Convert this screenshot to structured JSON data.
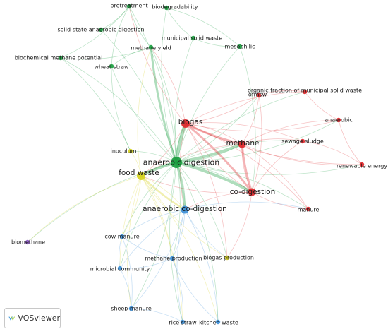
{
  "app": {
    "brand_name": "VOSviewer"
  },
  "colors": {
    "green": "#1a9e3f",
    "red": "#e0262a",
    "yellow": "#d6d21c",
    "blue": "#3c8fd8",
    "purple": "#8a56c2"
  },
  "keywords": [
    {
      "id": "anaerobic-digestion",
      "label": "anaerobic digestion",
      "cluster": "green",
      "size": "huge"
    },
    {
      "id": "biogas",
      "label": "biogas",
      "cluster": "red",
      "size": "big"
    },
    {
      "id": "methane",
      "label": "methane",
      "cluster": "red",
      "size": "mid"
    },
    {
      "id": "co-digestion",
      "label": "co-digestion",
      "cluster": "red",
      "size": "mid"
    },
    {
      "id": "food-waste",
      "label": "food waste",
      "cluster": "yellow",
      "size": "big"
    },
    {
      "id": "anaerobic-co-digestion",
      "label": "anaerobic co-digestion",
      "cluster": "blue",
      "size": "mid"
    },
    {
      "id": "pretreatment",
      "label": "pretreatment",
      "cluster": "green",
      "size": "small"
    },
    {
      "id": "biodegradability",
      "label": "biodegradability",
      "cluster": "green",
      "size": "small"
    },
    {
      "id": "solid-state-anaerobic-digestion",
      "label": "solid-state anaerobic digestion",
      "cluster": "green",
      "size": "small"
    },
    {
      "id": "municipal-solid-waste",
      "label": "municipal solid waste",
      "cluster": "green",
      "size": "small"
    },
    {
      "id": "methane-yield",
      "label": "methane yield",
      "cluster": "green",
      "size": "small"
    },
    {
      "id": "mesophilic",
      "label": "mesophilic",
      "cluster": "green",
      "size": "small"
    },
    {
      "id": "biochemical-methane-potential",
      "label": "biochemical methane potential",
      "cluster": "green",
      "size": "small"
    },
    {
      "id": "wheat-straw",
      "label": "wheat straw",
      "cluster": "green",
      "size": "small"
    },
    {
      "id": "ofmsw",
      "label": "ofmsw",
      "cluster": "red",
      "size": "small"
    },
    {
      "id": "organic-fraction",
      "label": "organic fraction of municipal solid waste",
      "cluster": "red",
      "size": "small"
    },
    {
      "id": "anaerobic",
      "label": "anaerobic",
      "cluster": "red",
      "size": "small"
    },
    {
      "id": "sewage-sludge",
      "label": "sewage sludge",
      "cluster": "red",
      "size": "small"
    },
    {
      "id": "renewable-energy",
      "label": "renewable energy",
      "cluster": "red",
      "size": "small"
    },
    {
      "id": "manure",
      "label": "manure",
      "cluster": "red",
      "size": "small"
    },
    {
      "id": "inoculum",
      "label": "inoculum",
      "cluster": "yellow",
      "size": "small"
    },
    {
      "id": "biogas-production",
      "label": "biogas production",
      "cluster": "yellow",
      "size": "small"
    },
    {
      "id": "cow-manure",
      "label": "cow manure",
      "cluster": "blue",
      "size": "small"
    },
    {
      "id": "methane-production",
      "label": "methane production",
      "cluster": "blue",
      "size": "small"
    },
    {
      "id": "microbial-community",
      "label": "microbial community",
      "cluster": "blue",
      "size": "small"
    },
    {
      "id": "sheep-manure",
      "label": "sheep manure",
      "cluster": "blue",
      "size": "small"
    },
    {
      "id": "rice-straw",
      "label": "rice straw",
      "cluster": "blue",
      "size": "small"
    },
    {
      "id": "kitchen-waste",
      "label": "kitchen waste",
      "cluster": "blue",
      "size": "small"
    },
    {
      "id": "biomethane",
      "label": "biomethane",
      "cluster": "purple",
      "size": "small"
    }
  ],
  "links": [
    [
      "anaerobic-digestion",
      "biogas"
    ],
    [
      "anaerobic-digestion",
      "methane"
    ],
    [
      "anaerobic-digestion",
      "co-digestion"
    ],
    [
      "anaerobic-digestion",
      "food-waste"
    ],
    [
      "anaerobic-digestion",
      "anaerobic-co-digestion"
    ],
    [
      "anaerobic-digestion",
      "pretreatment"
    ],
    [
      "anaerobic-digestion",
      "biodegradability"
    ],
    [
      "anaerobic-digestion",
      "solid-state-anaerobic-digestion"
    ],
    [
      "anaerobic-digestion",
      "municipal-solid-waste"
    ],
    [
      "anaerobic-digestion",
      "methane-yield"
    ],
    [
      "anaerobic-digestion",
      "mesophilic"
    ],
    [
      "anaerobic-digestion",
      "biochemical-methane-potential"
    ],
    [
      "anaerobic-digestion",
      "wheat-straw"
    ],
    [
      "anaerobic-digestion",
      "ofmsw"
    ],
    [
      "anaerobic-digestion",
      "organic-fraction"
    ],
    [
      "anaerobic-digestion",
      "anaerobic"
    ],
    [
      "anaerobic-digestion",
      "sewage-sludge"
    ],
    [
      "anaerobic-digestion",
      "renewable-energy"
    ],
    [
      "anaerobic-digestion",
      "manure"
    ],
    [
      "anaerobic-digestion",
      "inoculum"
    ],
    [
      "anaerobic-digestion",
      "biogas-production"
    ],
    [
      "anaerobic-digestion",
      "cow-manure"
    ],
    [
      "anaerobic-digestion",
      "methane-production"
    ],
    [
      "anaerobic-digestion",
      "microbial-community"
    ],
    [
      "anaerobic-digestion",
      "sheep-manure"
    ],
    [
      "anaerobic-digestion",
      "rice-straw"
    ],
    [
      "anaerobic-digestion",
      "kitchen-waste"
    ],
    [
      "anaerobic-digestion",
      "biomethane"
    ],
    [
      "biogas",
      "methane"
    ],
    [
      "biogas",
      "co-digestion"
    ],
    [
      "biogas",
      "food-waste"
    ],
    [
      "biogas",
      "ofmsw"
    ],
    [
      "biogas",
      "organic-fraction"
    ],
    [
      "biogas",
      "anaerobic"
    ],
    [
      "biogas",
      "sewage-sludge"
    ],
    [
      "biogas",
      "renewable-energy"
    ],
    [
      "biogas",
      "manure"
    ],
    [
      "biogas",
      "methane-yield"
    ],
    [
      "biogas",
      "pretreatment"
    ],
    [
      "biogas",
      "anaerobic-co-digestion"
    ],
    [
      "biogas",
      "biogas-production"
    ],
    [
      "methane",
      "co-digestion"
    ],
    [
      "methane",
      "sewage-sludge"
    ],
    [
      "methane",
      "food-waste"
    ],
    [
      "methane",
      "anaerobic"
    ],
    [
      "methane",
      "renewable-energy"
    ],
    [
      "methane",
      "manure"
    ],
    [
      "methane",
      "ofmsw"
    ],
    [
      "co-digestion",
      "food-waste"
    ],
    [
      "co-digestion",
      "manure"
    ],
    [
      "co-digestion",
      "sewage-sludge"
    ],
    [
      "co-digestion",
      "anaerobic-co-digestion"
    ],
    [
      "co-digestion",
      "biogas-production"
    ],
    [
      "co-digestion",
      "ofmsw"
    ],
    [
      "food-waste",
      "anaerobic-co-digestion"
    ],
    [
      "food-waste",
      "inoculum"
    ],
    [
      "food-waste",
      "cow-manure"
    ],
    [
      "food-waste",
      "microbial-community"
    ],
    [
      "food-waste",
      "methane-production"
    ],
    [
      "food-waste",
      "biogas-production"
    ],
    [
      "food-waste",
      "kitchen-waste"
    ],
    [
      "food-waste",
      "sheep-manure"
    ],
    [
      "food-waste",
      "rice-straw"
    ],
    [
      "food-waste",
      "biomethane"
    ],
    [
      "food-waste",
      "methane-yield"
    ],
    [
      "anaerobic-co-digestion",
      "cow-manure"
    ],
    [
      "anaerobic-co-digestion",
      "methane-production"
    ],
    [
      "anaerobic-co-digestion",
      "microbial-community"
    ],
    [
      "anaerobic-co-digestion",
      "sheep-manure"
    ],
    [
      "anaerobic-co-digestion",
      "rice-straw"
    ],
    [
      "anaerobic-co-digestion",
      "kitchen-waste"
    ],
    [
      "anaerobic-co-digestion",
      "biogas-production"
    ],
    [
      "anaerobic-co-digestion",
      "manure"
    ],
    [
      "cow-manure",
      "microbial-community"
    ],
    [
      "cow-manure",
      "sheep-manure"
    ],
    [
      "cow-manure",
      "methane-production"
    ],
    [
      "microbial-community",
      "sheep-manure"
    ],
    [
      "microbial-community",
      "methane-production"
    ],
    [
      "methane-production",
      "rice-straw"
    ],
    [
      "methane-production",
      "kitchen-waste"
    ],
    [
      "sheep-manure",
      "rice-straw"
    ],
    [
      "pretreatment",
      "methane-yield"
    ],
    [
      "pretreatment",
      "biochemical-methane-potential"
    ],
    [
      "pretreatment",
      "wheat-straw"
    ],
    [
      "pretreatment",
      "solid-state-anaerobic-digestion"
    ],
    [
      "biodegradability",
      "municipal-solid-waste"
    ],
    [
      "biodegradability",
      "mesophilic"
    ],
    [
      "methane-yield",
      "wheat-straw"
    ],
    [
      "methane-yield",
      "biochemical-methane-potential"
    ],
    [
      "municipal-solid-waste",
      "mesophilic"
    ],
    [
      "ofmsw",
      "organic-fraction"
    ],
    [
      "organic-fraction",
      "anaerobic"
    ],
    [
      "sewage-sludge",
      "renewable-energy"
    ],
    [
      "anaerobic",
      "renewable-energy"
    ],
    [
      "mesophilic",
      "co-digestion"
    ],
    [
      "wheat-straw",
      "inoculum"
    ],
    [
      "biochemical-methane-potential",
      "inoculum"
    ]
  ],
  "strong_links": [
    [
      "anaerobic-digestion",
      "biogas",
      5
    ],
    [
      "anaerobic-digestion",
      "methane",
      4
    ],
    [
      "anaerobic-digestion",
      "co-digestion",
      4
    ],
    [
      "anaerobic-digestion",
      "food-waste",
      4
    ],
    [
      "anaerobic-digestion",
      "anaerobic-co-digestion",
      3
    ],
    [
      "biogas",
      "methane",
      3
    ],
    [
      "biogas",
      "co-digestion",
      3
    ],
    [
      "methane",
      "co-digestion",
      3
    ],
    [
      "anaerobic-digestion",
      "methane-yield",
      3
    ],
    [
      "food-waste",
      "anaerobic-co-digestion",
      2.5
    ]
  ]
}
